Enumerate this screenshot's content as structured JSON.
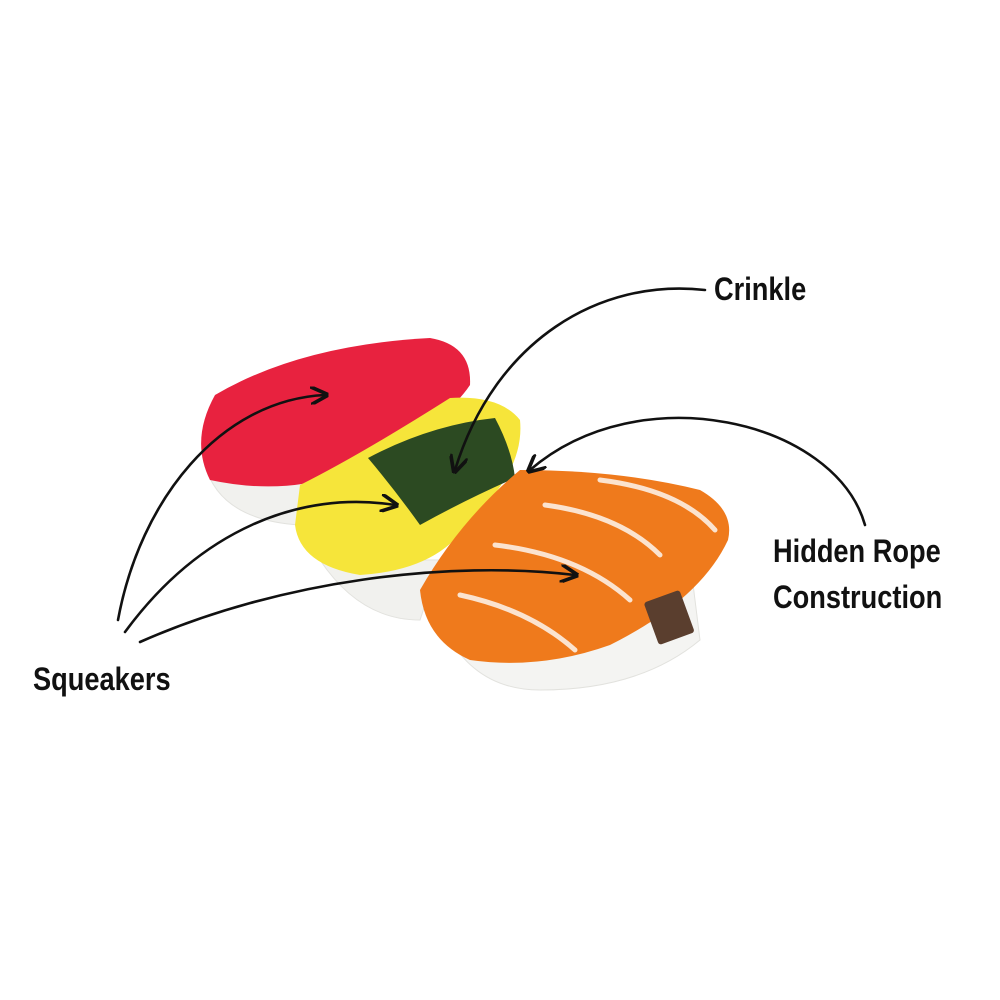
{
  "callouts": {
    "crinkle": "Crinkle",
    "hidden_rope_line1": "Hidden Rope",
    "hidden_rope_line2": "Construction",
    "squeakers": "Squeakers"
  },
  "colors": {
    "tuna": "#e8223f",
    "tamago": "#f6e53a",
    "nori": "#2c4a22",
    "salmon": "#ef7a1c",
    "rice": "#f4f4f2",
    "arrow": "#111111"
  }
}
